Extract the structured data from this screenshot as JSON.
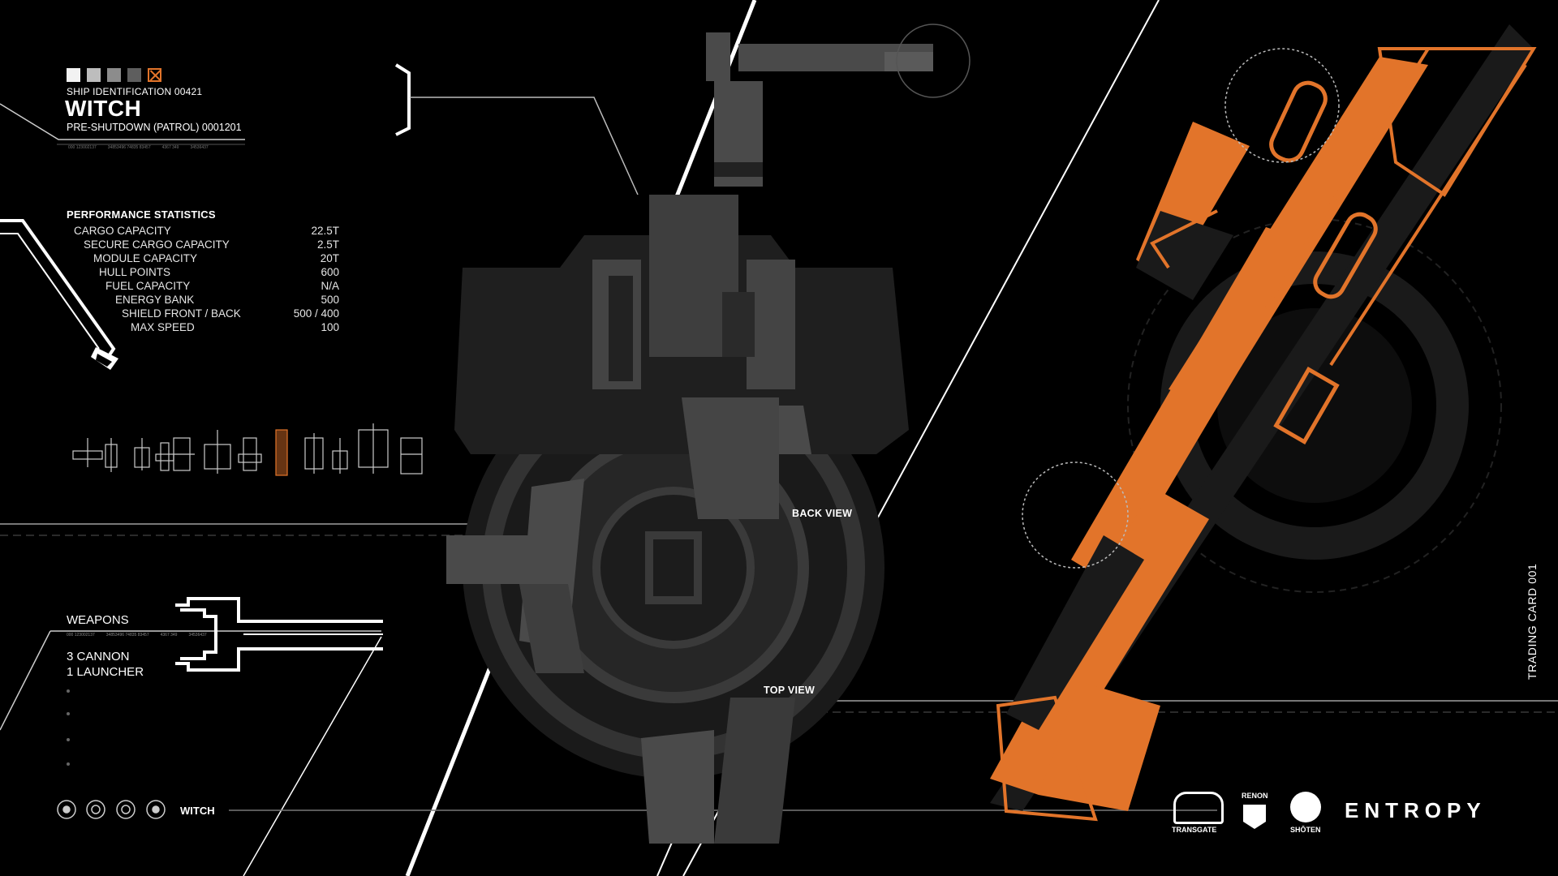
{
  "ship": {
    "identification": "SHIP IDENTIFICATION 00421",
    "name": "WITCH",
    "class_line": "PRE-SHUTDOWN (PATROL)  0001201",
    "codes": [
      "000 123002137",
      "34853496 74835 83457",
      "4367 349",
      "34536437"
    ]
  },
  "performance": {
    "title": "PERFORMANCE STATISTICS",
    "stats": [
      {
        "label": "CARGO CAPACITY",
        "value": "22.5T"
      },
      {
        "label": "SECURE CARGO CAPACITY",
        "value": "2.5T"
      },
      {
        "label": "MODULE CAPACITY",
        "value": "20T"
      },
      {
        "label": "HULL POINTS",
        "value": "600"
      },
      {
        "label": "FUEL CAPACITY",
        "value": "N/A"
      },
      {
        "label": "ENERGY BANK",
        "value": "500"
      },
      {
        "label": "SHIELD FRONT / BACK",
        "value": "500 / 400"
      },
      {
        "label": "MAX SPEED",
        "value": "100"
      }
    ]
  },
  "views": {
    "back": "BACK VIEW",
    "top": "TOP VIEW"
  },
  "weapons": {
    "title": "WEAPONS",
    "items": [
      "3 CANNON",
      "1 LAUNCHER"
    ]
  },
  "footer": {
    "ship_name": "WITCH"
  },
  "card": {
    "label": "TRADING CARD 001"
  },
  "brands": {
    "transgate": "TRANSGATE",
    "renon": "RENON",
    "shoten": "SHŌTEN",
    "entropy": "ENTROPY"
  },
  "colors": {
    "accent": "#e2742a",
    "hull_light": "#4a4a4a",
    "hull_dark": "#2c2c2c"
  }
}
